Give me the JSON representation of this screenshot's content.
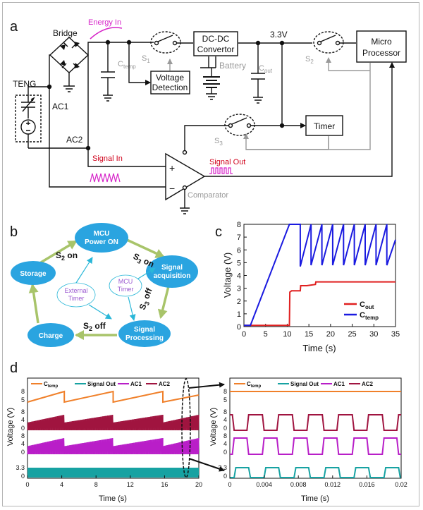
{
  "colors": {
    "wire": "#111111",
    "switch_gray": "#9a9a9a",
    "energy": "#d623c8",
    "signal_label": "#d0021b",
    "ellipse_fill": "#2aa4e0",
    "ellipse_text": "#ffffff",
    "arrow_green": "#a8c46a",
    "arrow_cyan": "#2ab7d8",
    "label_purple": "#9b59d0",
    "cout": "#e02020",
    "ctemp": "#1a1ae0",
    "d_ctemp": "#f0802a",
    "d_signal": "#17a2a2",
    "d_ac1": "#b81ec8",
    "d_ac2": "#a01440"
  },
  "panel_a": {
    "letter": "a",
    "bridge": "Bridge",
    "energy_in": "Energy In",
    "teng": "TENG",
    "ac1": "AC1",
    "ac2": "AC2",
    "ctemp_c": "C",
    "ctemp_sub": "temp",
    "s1": "S",
    "s1_sub": "1",
    "voltage_detection_1": "Voltage",
    "voltage_detection_2": "Detection",
    "dcdc_1": "DC-DC",
    "dcdc_2": "Convertor",
    "battery": "Battery",
    "v33": "3.3V",
    "cout_c": "C",
    "cout_sub": "out",
    "s2": "S",
    "s2_sub": "2",
    "micro_1": "Micro",
    "micro_2": "Processor",
    "s3": "S",
    "s3_sub": "3",
    "timer": "Timer",
    "signal_in": "Signal In",
    "signal_out": "Signal Out",
    "comparator": "Comparator",
    "plus": "+",
    "minus": "−"
  },
  "panel_b": {
    "letter": "b",
    "mcu_on_1": "MCU",
    "mcu_on_2": "Power ON",
    "signal_acq_1": "Signal",
    "signal_acq_2": "acquisition",
    "signal_proc_1": "Signal",
    "signal_proc_2": "Processing",
    "charge": "Charge",
    "storage": "Storage",
    "s2_on": "S",
    "s2_on_sub": "2",
    "s2_on_word": " on",
    "s3_on": "S",
    "s3_on_sub": "3",
    "s3_on_word": " on",
    "s3_off": "S",
    "s3_off_sub": "3",
    "s3_off_word": " off",
    "s2_off": "S",
    "s2_off_sub": "2",
    "s2_off_word": " off",
    "external_timer_1": "External",
    "external_timer_2": "Timer",
    "mcu_timer_1": "MCU",
    "mcu_timer_2": "Timer"
  },
  "panel_c": {
    "letter": "c",
    "xlabel": "Time (s)",
    "ylabel": "Voltage (V)",
    "xticks": [
      "0",
      "5",
      "10",
      "15",
      "20",
      "25",
      "30",
      "35"
    ],
    "yticks": [
      "0",
      "1",
      "2",
      "3",
      "4",
      "5",
      "6",
      "7",
      "8"
    ],
    "legend_cout": "C",
    "legend_cout_sub": "out",
    "legend_ctemp": "C",
    "legend_ctemp_sub": "temp"
  },
  "panel_d": {
    "letter": "d",
    "left_xlabel": "Time (s)",
    "right_xlabel": "Time (s)",
    "ylabel": "Voltage (V)",
    "left_xticks": [
      "0",
      "4",
      "8",
      "12",
      "16",
      "20"
    ],
    "right_xticks": [
      "0",
      "0.004",
      "0.008",
      "0.012",
      "0.016",
      "0.02"
    ],
    "legend_ctemp": "C",
    "legend_ctemp_sub": "temp",
    "legend_signal": "Signal Out",
    "legend_ac1": "AC1",
    "legend_ac2": "AC2",
    "ytick_ctemp_8": "8",
    "ytick_ctemp_5": "5",
    "ytick_ac2_8": "8",
    "ytick_ac2_4": "4",
    "ytick_ac2_0": "0",
    "ytick_ac1_8": "8",
    "ytick_ac1_4": "4",
    "ytick_ac1_0": "0",
    "ytick_sig_33": "3.3",
    "ytick_sig_0": "0"
  },
  "chart_data": [
    {
      "type": "line",
      "xlabel": "Time (s)",
      "ylabel": "Voltage (V)",
      "xlim": [
        0,
        35
      ],
      "ylim": [
        0,
        8
      ],
      "series": [
        {
          "name": "Cout",
          "x": [
            0,
            10.5,
            10.6,
            11.0,
            13.0,
            13.1,
            14.5,
            16.5,
            16.6,
            18.0,
            35
          ],
          "y": [
            0.1,
            0.1,
            2.7,
            2.8,
            2.8,
            3.2,
            3.2,
            3.3,
            3.5,
            3.5,
            3.5
          ]
        },
        {
          "name": "Ctemp",
          "x": [
            0,
            1.5,
            10.5,
            13.0,
            13.0,
            15.5,
            15.5,
            18.0,
            18.0,
            20.5,
            20.5,
            23.0,
            23.0,
            25.5,
            25.5,
            28.0,
            28.0,
            30.5,
            30.5,
            33.0,
            33.0,
            35.0
          ],
          "y": [
            0.1,
            0.1,
            8.0,
            8.0,
            4.7,
            8.0,
            4.8,
            8.0,
            4.8,
            8.0,
            4.8,
            8.0,
            4.8,
            8.0,
            4.8,
            8.0,
            4.8,
            8.0,
            4.8,
            8.0,
            4.8,
            6.8
          ]
        }
      ]
    },
    {
      "type": "line",
      "xlabel": "Time (s)",
      "ylabel": "Voltage (V)",
      "xlim": [
        0,
        20
      ],
      "series": [
        {
          "name": "Ctemp",
          "x": [
            0,
            4.3,
            4.3,
            10.0,
            10.0,
            15.8,
            15.8,
            20
          ],
          "y": [
            5.0,
            8.0,
            5.0,
            8.0,
            5.0,
            8.0,
            5.0,
            7.0
          ]
        },
        {
          "name": "Signal Out",
          "x": [
            0,
            20
          ],
          "y": [
            3.3,
            3.3
          ]
        },
        {
          "name": "AC1",
          "x": [
            0,
            20
          ],
          "y": [
            0,
            8
          ]
        },
        {
          "name": "AC2",
          "x": [
            0,
            20
          ],
          "y": [
            0,
            8
          ]
        }
      ]
    },
    {
      "type": "line",
      "xlabel": "Time (s)",
      "ylabel": "Voltage (V)",
      "xlim": [
        0,
        0.02
      ],
      "series": [
        {
          "name": "Ctemp",
          "x": [
            0,
            0.02
          ],
          "y": [
            8,
            8
          ]
        },
        {
          "name": "Signal Out",
          "x": [
            0,
            0.0005,
            0.0007,
            0.0022,
            0.0024,
            0.004,
            0.0042,
            0.0057,
            0.0059,
            0.0075,
            0.0077,
            0.0092,
            0.0094,
            0.011,
            0.0112,
            0.0127,
            0.0129,
            0.0145,
            0.0147,
            0.0162,
            0.0164,
            0.018,
            0.0182,
            0.0197,
            0.0199,
            0.02
          ],
          "y": [
            0,
            0,
            3.3,
            3.3,
            0,
            0,
            3.3,
            3.3,
            0,
            0,
            3.3,
            3.3,
            0,
            0,
            3.3,
            3.3,
            0,
            0,
            3.3,
            3.3,
            0,
            0,
            3.3,
            3.3,
            0,
            0
          ]
        },
        {
          "name": "AC1",
          "x": [
            0,
            0.0005,
            0.0022,
            0.004,
            0.0057,
            0.0075,
            0.0092,
            0.011,
            0.0127,
            0.0145,
            0.0162,
            0.018,
            0.0197
          ],
          "y": [
            0,
            8,
            0,
            8,
            0,
            8,
            0,
            8,
            0,
            8,
            0,
            8,
            0
          ]
        },
        {
          "name": "AC2",
          "x": [
            0,
            0.0005,
            0.0022,
            0.004,
            0.0057,
            0.0075,
            0.0092,
            0.011,
            0.0127,
            0.0145,
            0.0162,
            0.018,
            0.0197
          ],
          "y": [
            8,
            0,
            8,
            0,
            8,
            0,
            8,
            0,
            8,
            0,
            8,
            0,
            8
          ]
        }
      ]
    }
  ]
}
